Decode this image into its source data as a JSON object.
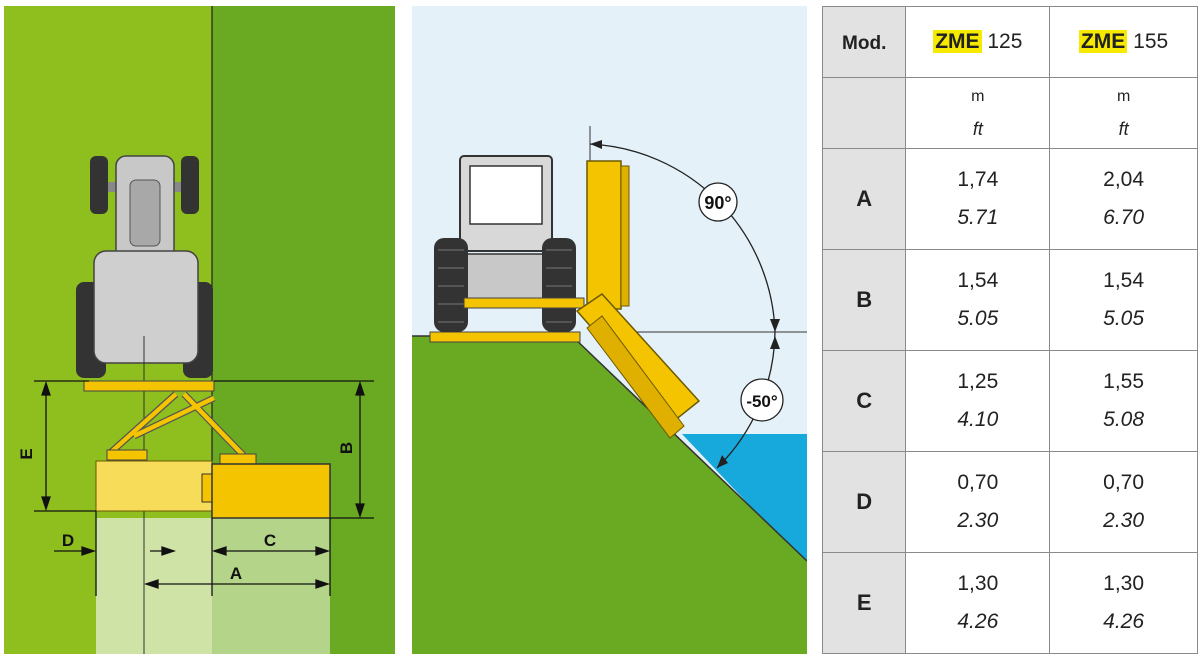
{
  "diagram_top": {
    "labels": {
      "A": "A",
      "B": "B",
      "C": "C",
      "D": "D",
      "E": "E"
    }
  },
  "diagram_side": {
    "angle_up": "90°",
    "angle_down": "-50°"
  },
  "spec_table": {
    "corner_label": "Mod.",
    "models": [
      {
        "brand": "ZME",
        "number": "125"
      },
      {
        "brand": "ZME",
        "number": "155"
      }
    ],
    "units": {
      "metric": "m",
      "imperial": "ft"
    },
    "rows": [
      {
        "dim": "A",
        "values": [
          {
            "m": "1,74",
            "ft": "5.71"
          },
          {
            "m": "2,04",
            "ft": "6.70"
          }
        ]
      },
      {
        "dim": "B",
        "values": [
          {
            "m": "1,54",
            "ft": "5.05"
          },
          {
            "m": "1,54",
            "ft": "5.05"
          }
        ]
      },
      {
        "dim": "C",
        "values": [
          {
            "m": "1,25",
            "ft": "4.10"
          },
          {
            "m": "1,55",
            "ft": "5.08"
          }
        ]
      },
      {
        "dim": "D",
        "values": [
          {
            "m": "0,70",
            "ft": "2.30"
          },
          {
            "m": "0,70",
            "ft": "2.30"
          }
        ]
      },
      {
        "dim": "E",
        "values": [
          {
            "m": "1,30",
            "ft": "4.26"
          },
          {
            "m": "1,30",
            "ft": "4.26"
          }
        ]
      }
    ]
  },
  "colors": {
    "grass_dark": "#6aaa22",
    "grass_light": "#8fbf1f",
    "mulcher_yellow": "#f5c400",
    "mulcher_light": "#f7dc5a",
    "sky": "#e4f1f8",
    "water": "#17a8dc",
    "tractor_grey": "#c8c8c8",
    "highlight": "#f5ea00"
  }
}
